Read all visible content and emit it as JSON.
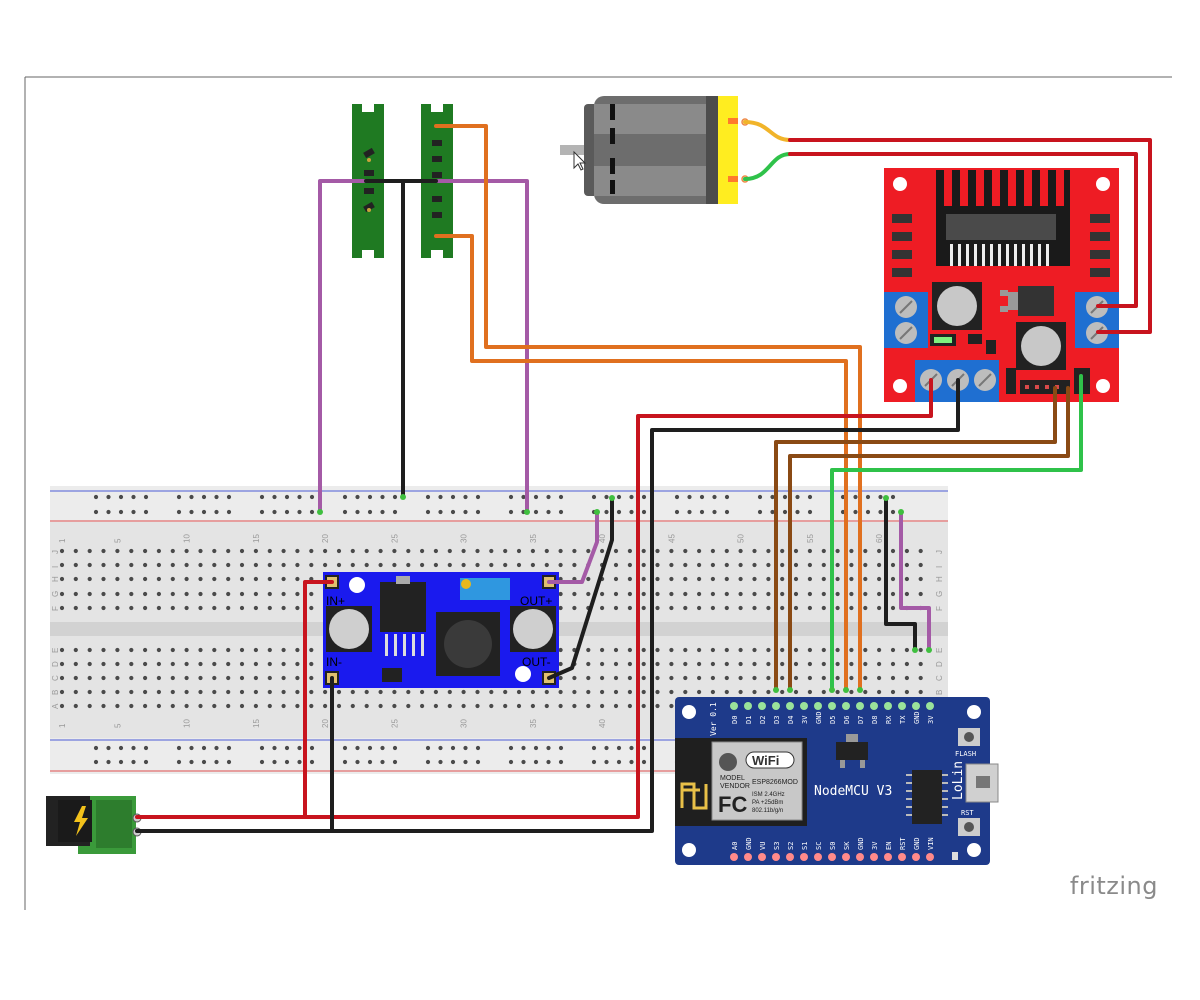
{
  "brand": "fritzing",
  "breadboard": {
    "top_numbers": [
      "1",
      "5",
      "10",
      "15",
      "20",
      "25",
      "30",
      "35",
      "40",
      "45",
      "50",
      "55",
      "60"
    ],
    "bottom_numbers": [
      "1",
      "5",
      "10",
      "15",
      "20",
      "25",
      "30",
      "35",
      "40"
    ],
    "row_letters_top": [
      "J",
      "I",
      "H",
      "G",
      "F"
    ],
    "row_letters_bottom": [
      "E",
      "D",
      "C",
      "B",
      "A"
    ]
  },
  "buck_converter": {
    "in_plus": "IN+",
    "in_minus": "IN-",
    "out_plus": "OUT+",
    "out_minus": "OUT-"
  },
  "nodemcu": {
    "name": "NodeMCU V3",
    "brand": "LoLin",
    "version": "Ver 0.1",
    "flash": "FLASH",
    "rst": "RST",
    "wifi": "WiFi",
    "model": "MODEL",
    "vendor": "VENDOR",
    "module": "ESP8266MOD",
    "fc": "FC",
    "spec_ism": "ISM  2.4GHz",
    "spec_pa": "PA  +25dBm",
    "spec_std": "802.11b/g/n",
    "top_pins": [
      "D0",
      "D1",
      "D2",
      "D3",
      "D4",
      "3V",
      "GND",
      "D5",
      "D6",
      "D7",
      "D8",
      "RX",
      "TX",
      "GND",
      "3V"
    ],
    "bottom_pins": [
      "A0",
      "GND",
      "VU",
      "S3",
      "S2",
      "S1",
      "SC",
      "S0",
      "SK",
      "GND",
      "3V",
      "EN",
      "RST",
      "GND",
      "VIN"
    ]
  },
  "colors": {
    "wire_red": "#c8141e",
    "wire_black": "#1e1e1e",
    "wire_purple": "#a45aa6",
    "wire_orange": "#e0701f",
    "wire_brown": "#8a4a14",
    "wire_green": "#2fc24a",
    "driver_board": "#ee1c24",
    "buck_board": "#1a1aee",
    "nodemcu_board": "#1e3a8a",
    "sensor_board": "#1f7a22"
  },
  "icons": [
    "dc-jack-power-icon",
    "motor-icon",
    "wifi-antenna-icon",
    "cursor-icon"
  ]
}
